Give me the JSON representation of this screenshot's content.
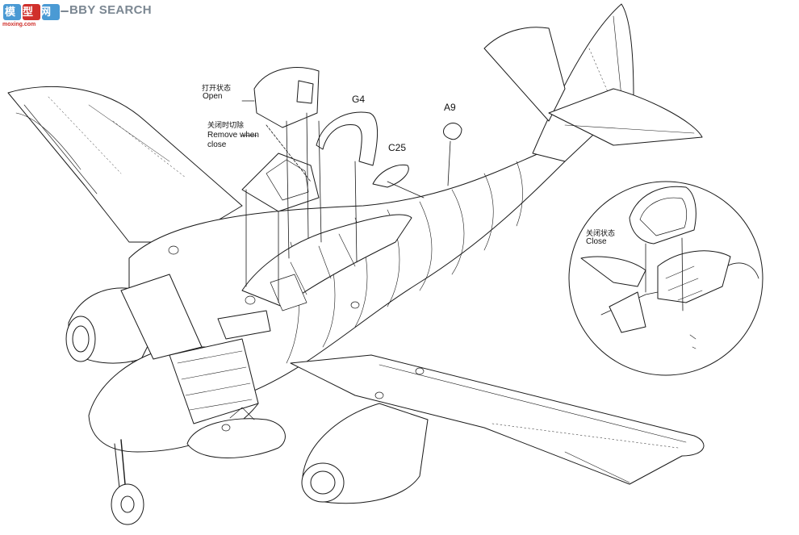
{
  "watermark": {
    "logo_glyphs": "模型网",
    "site_text": "BBY SEARCH",
    "url": "moxing.com"
  },
  "labels": {
    "open_cn": "打开状态",
    "open_en": "Open",
    "remove_cn": "关闭时切除",
    "remove_en_1": "Remove when",
    "remove_en_2": "close",
    "part_g4": "G4",
    "part_a9": "A9",
    "part_c25": "C25",
    "close_cn": "关闭状态",
    "close_en": "Close"
  },
  "colors": {
    "line": "#1a1a1a",
    "background": "#ffffff",
    "watermark_grey": "#7b8792",
    "watermark_red": "#d0302b"
  }
}
